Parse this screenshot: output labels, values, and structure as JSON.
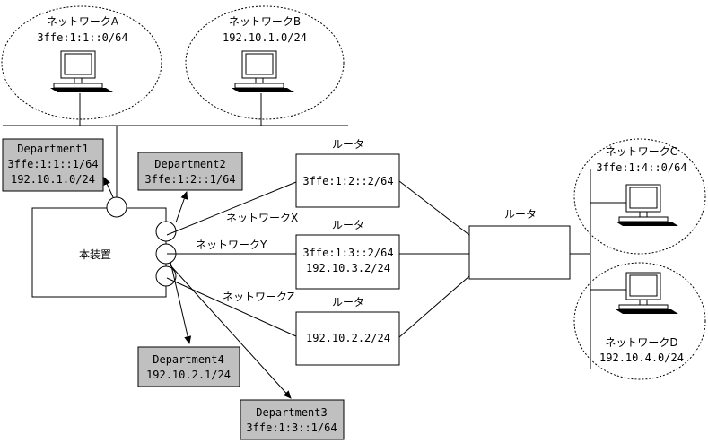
{
  "networks": {
    "a": {
      "name": "ネットワークA",
      "address": "3ffe:1:1::0/64"
    },
    "b": {
      "name": "ネットワークB",
      "address": "192.10.1.0/24"
    },
    "c": {
      "name": "ネットワークC",
      "address": "3ffe:1:4::0/64"
    },
    "d": {
      "name": "ネットワークD",
      "address": "192.10.4.0/24"
    }
  },
  "departments": {
    "d1": {
      "name": "Department1",
      "line1": "3ffe:1:1::1/64",
      "line2": "192.10.1.0/24"
    },
    "d2": {
      "name": "Department2",
      "line1": "3ffe:1:2::1/64"
    },
    "d3": {
      "name": "Department3",
      "line1": "3ffe:1:3::1/64"
    },
    "d4": {
      "name": "Department4",
      "line1": "192.10.2.1/24"
    }
  },
  "device": {
    "label": "本装置"
  },
  "links": {
    "x": "ネットワークX",
    "y": "ネットワークY",
    "z": "ネットワークZ"
  },
  "routers": {
    "r1": {
      "label": "ルータ",
      "line1": "3ffe:1:2::2/64"
    },
    "r2": {
      "label": "ルータ",
      "line1": "3ffe:1:3::2/64",
      "line2": "192.10.3.2/24"
    },
    "r3": {
      "label": "ルータ",
      "line1": "192.10.2.2/24"
    },
    "core": {
      "label": "ルータ"
    }
  },
  "colors": {
    "department_fill": "#c0c0c0",
    "line": "#000000",
    "background": "#ffffff"
  }
}
